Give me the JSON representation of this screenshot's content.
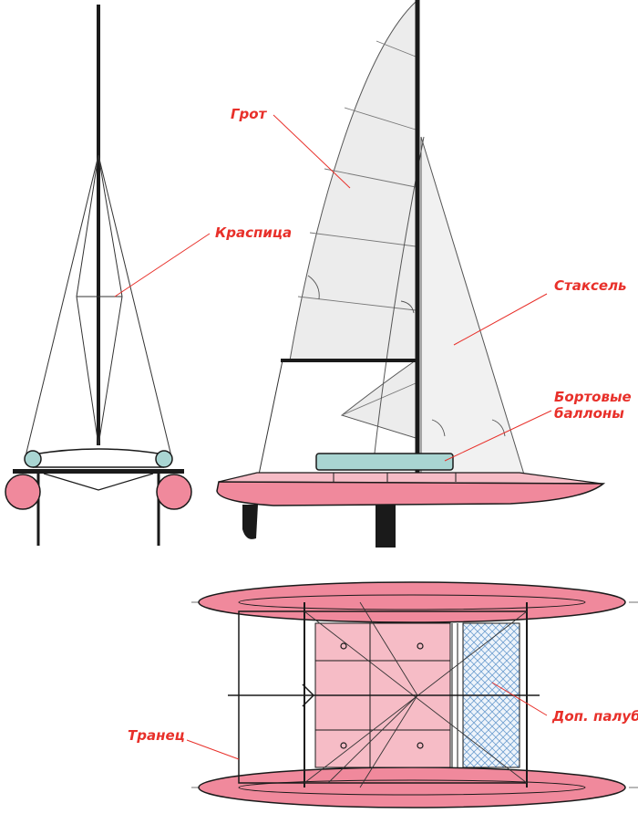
{
  "labels": {
    "mainsail": "Грот",
    "spreader": "Краспица",
    "jib": "Стаксель",
    "side_floats_line1": "Бортовые",
    "side_floats_line2": "баллоны",
    "extra_deck": "Доп. палуба",
    "transom": "Транец"
  },
  "colors": {
    "accent": "#e8302a",
    "hull_pink": "#f0899c",
    "deck_pink": "#f6bcc6",
    "float_teal": "#a9d5d2",
    "mesh_blue": "#8fb8dc",
    "line_dark": "#1a1a1a"
  }
}
